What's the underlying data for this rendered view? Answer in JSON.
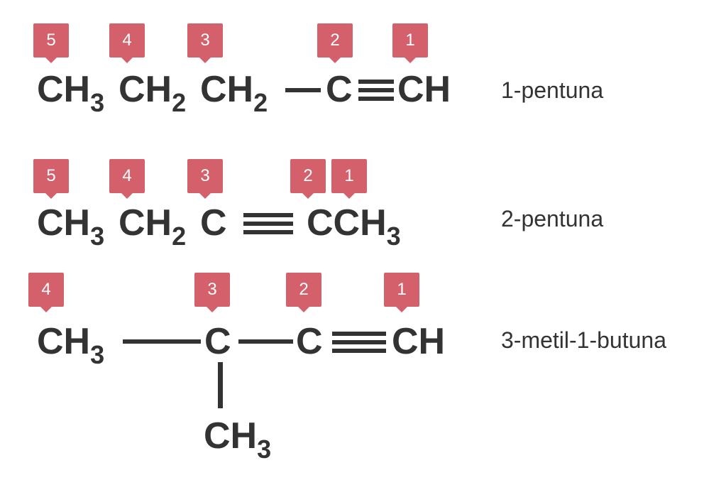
{
  "molecules": [
    {
      "name": "1-pentuna",
      "groups": [
        {
          "main": "CH",
          "sub": "3"
        },
        {
          "main": "CH",
          "sub": "2"
        },
        {
          "main": "CH",
          "sub": "2"
        },
        {
          "main": "C",
          "sub": ""
        },
        {
          "main": "CH",
          "sub": ""
        }
      ],
      "numbers": [
        "5",
        "4",
        "3",
        "2",
        "1"
      ],
      "bonds": [
        "single",
        "triple"
      ]
    },
    {
      "name": "2-pentuna",
      "groups": [
        {
          "main": "CH",
          "sub": "3"
        },
        {
          "main": "CH",
          "sub": "2"
        },
        {
          "main": "C",
          "sub": ""
        },
        {
          "main": "CCH",
          "sub": "3"
        }
      ],
      "numbers": [
        "5",
        "4",
        "3",
        "2",
        "1"
      ],
      "bonds": [
        "triple"
      ]
    },
    {
      "name": "3-metil-1-butuna",
      "groups": [
        {
          "main": "CH",
          "sub": "3"
        },
        {
          "main": "C",
          "sub": ""
        },
        {
          "main": "C",
          "sub": ""
        },
        {
          "main": "CH",
          "sub": ""
        },
        {
          "main": "CH",
          "sub": "3"
        }
      ],
      "numbers": [
        "4",
        "3",
        "2",
        "1"
      ],
      "bonds": [
        "single",
        "single",
        "triple",
        "single-vertical"
      ]
    }
  ],
  "colors": {
    "badge": "#d4606b",
    "text": "#333333",
    "background": "#ffffff"
  }
}
